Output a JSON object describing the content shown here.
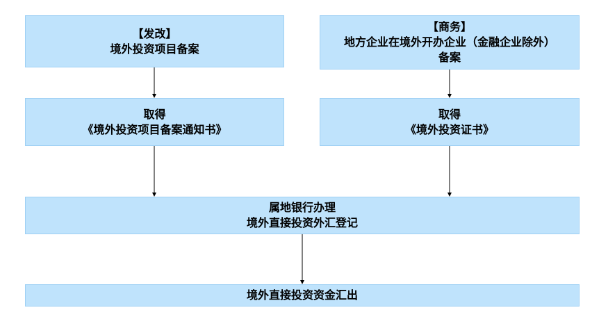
{
  "diagram": {
    "fagai": {
      "line1": "【发改】",
      "line2": "境外投资项目备案"
    },
    "shangwu": {
      "line1": "【商务】",
      "line2": "地方企业在境外开办企业（金融企业除外）",
      "line3": "备案"
    },
    "qude_left": {
      "line1": "取得",
      "line2": "《境外投资项目备案通知书》"
    },
    "qude_right": {
      "line1": "取得",
      "line2": "《境外投资证书》"
    },
    "bank": {
      "line1": "属地银行办理",
      "line2": "境外直接投资外汇登记"
    },
    "remit": {
      "line1": "境外直接投资资金汇出"
    },
    "colors": {
      "box_fill": "#bfe3fc",
      "arrow": "#000000"
    }
  }
}
